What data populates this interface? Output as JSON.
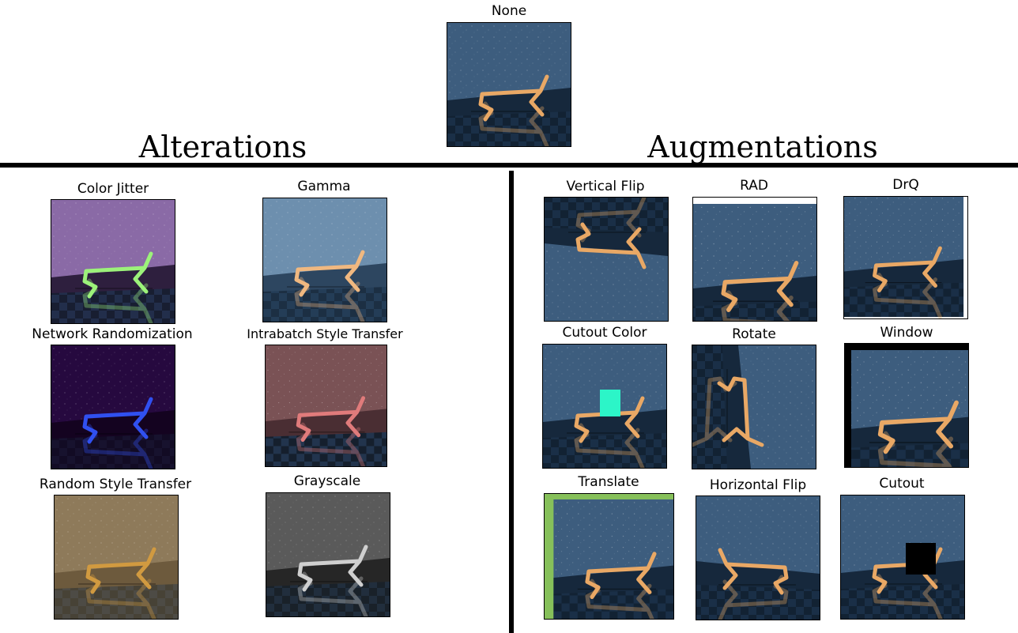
{
  "headings": {
    "alterations": "Alterations",
    "augmentations": "Augmentations"
  },
  "reference": {
    "label": "None"
  },
  "alterations": [
    {
      "label": "Color Jitter"
    },
    {
      "label": "Gamma"
    },
    {
      "label": "Network Randomization"
    },
    {
      "label": "Intrabatch Style Transfer"
    },
    {
      "label": "Random Style Transfer"
    },
    {
      "label": "Grayscale"
    }
  ],
  "augmentations": [
    {
      "label": "Vertical Flip"
    },
    {
      "label": "RAD"
    },
    {
      "label": "DrQ"
    },
    {
      "label": "Cutout Color"
    },
    {
      "label": "Rotate"
    },
    {
      "label": "Window"
    },
    {
      "label": "Translate"
    },
    {
      "label": "Horizontal Flip"
    },
    {
      "label": "Cutout"
    }
  ],
  "colors": {
    "sky": "#3d5d7e",
    "floor": "#16283c",
    "body": "#e9a865",
    "cutout_color": "#2cf5c8",
    "translate_pad": "#86c05a"
  }
}
